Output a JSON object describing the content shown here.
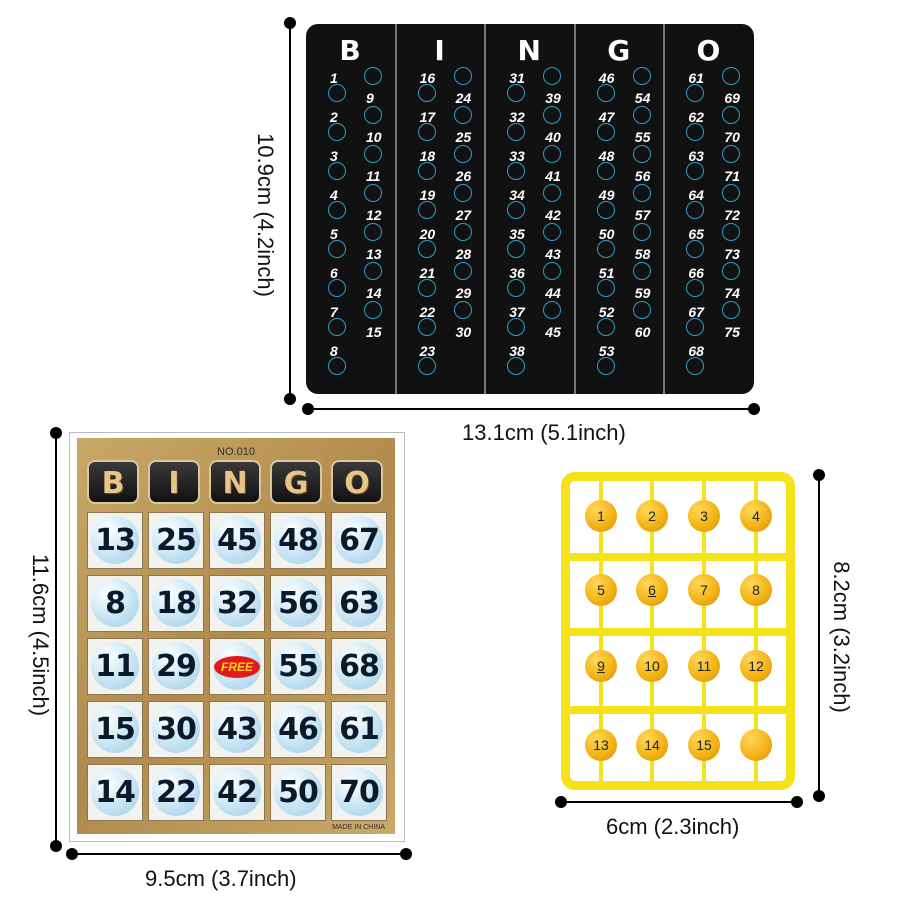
{
  "dimensions": {
    "board_height": "10.9cm (4.2inch)",
    "board_width": "13.1cm (5.1inch)",
    "card_height": "11.6cm (4.5inch)",
    "card_width": "9.5cm (3.7inch)",
    "balls_height": "8.2cm (3.2inch)",
    "balls_width": "6cm (2.3inch)"
  },
  "board": {
    "columns": [
      {
        "letter": "B",
        "numbers": [
          "1",
          "2",
          "3",
          "4",
          "5",
          "6",
          "7",
          "8",
          "9",
          "10",
          "11",
          "12",
          "13",
          "14",
          "15"
        ]
      },
      {
        "letter": "I",
        "numbers": [
          "16",
          "17",
          "18",
          "19",
          "20",
          "21",
          "22",
          "23",
          "24",
          "25",
          "26",
          "27",
          "28",
          "29",
          "30"
        ]
      },
      {
        "letter": "N",
        "numbers": [
          "31",
          "32",
          "33",
          "34",
          "35",
          "36",
          "37",
          "38",
          "39",
          "40",
          "41",
          "42",
          "43",
          "44",
          "45"
        ]
      },
      {
        "letter": "G",
        "numbers": [
          "46",
          "47",
          "48",
          "49",
          "50",
          "51",
          "52",
          "53",
          "54",
          "55",
          "56",
          "57",
          "58",
          "59",
          "60"
        ]
      },
      {
        "letter": "O",
        "numbers": [
          "61",
          "62",
          "63",
          "64",
          "65",
          "66",
          "67",
          "68",
          "69",
          "70",
          "71",
          "72",
          "73",
          "74",
          "75"
        ]
      }
    ],
    "circle_color": "#2aa0c8"
  },
  "card": {
    "number": "NO.010",
    "letters": [
      "B",
      "I",
      "N",
      "G",
      "O"
    ],
    "free_label": "FREE",
    "made_in": "MADE IN CHINA",
    "rows": [
      [
        "13",
        "25",
        "45",
        "48",
        "67"
      ],
      [
        "8",
        "18",
        "32",
        "56",
        "63"
      ],
      [
        "11",
        "29",
        "FREE",
        "55",
        "68"
      ],
      [
        "15",
        "30",
        "43",
        "46",
        "61"
      ],
      [
        "14",
        "22",
        "42",
        "50",
        "70"
      ]
    ]
  },
  "balls": {
    "labels": [
      "1",
      "2",
      "3",
      "4",
      "5",
      "6",
      "7",
      "8",
      "9",
      "10",
      "11",
      "12",
      "13",
      "14",
      "15",
      ""
    ],
    "underlined": [
      "6",
      "9"
    ],
    "frame_color": "#f6e21a"
  }
}
